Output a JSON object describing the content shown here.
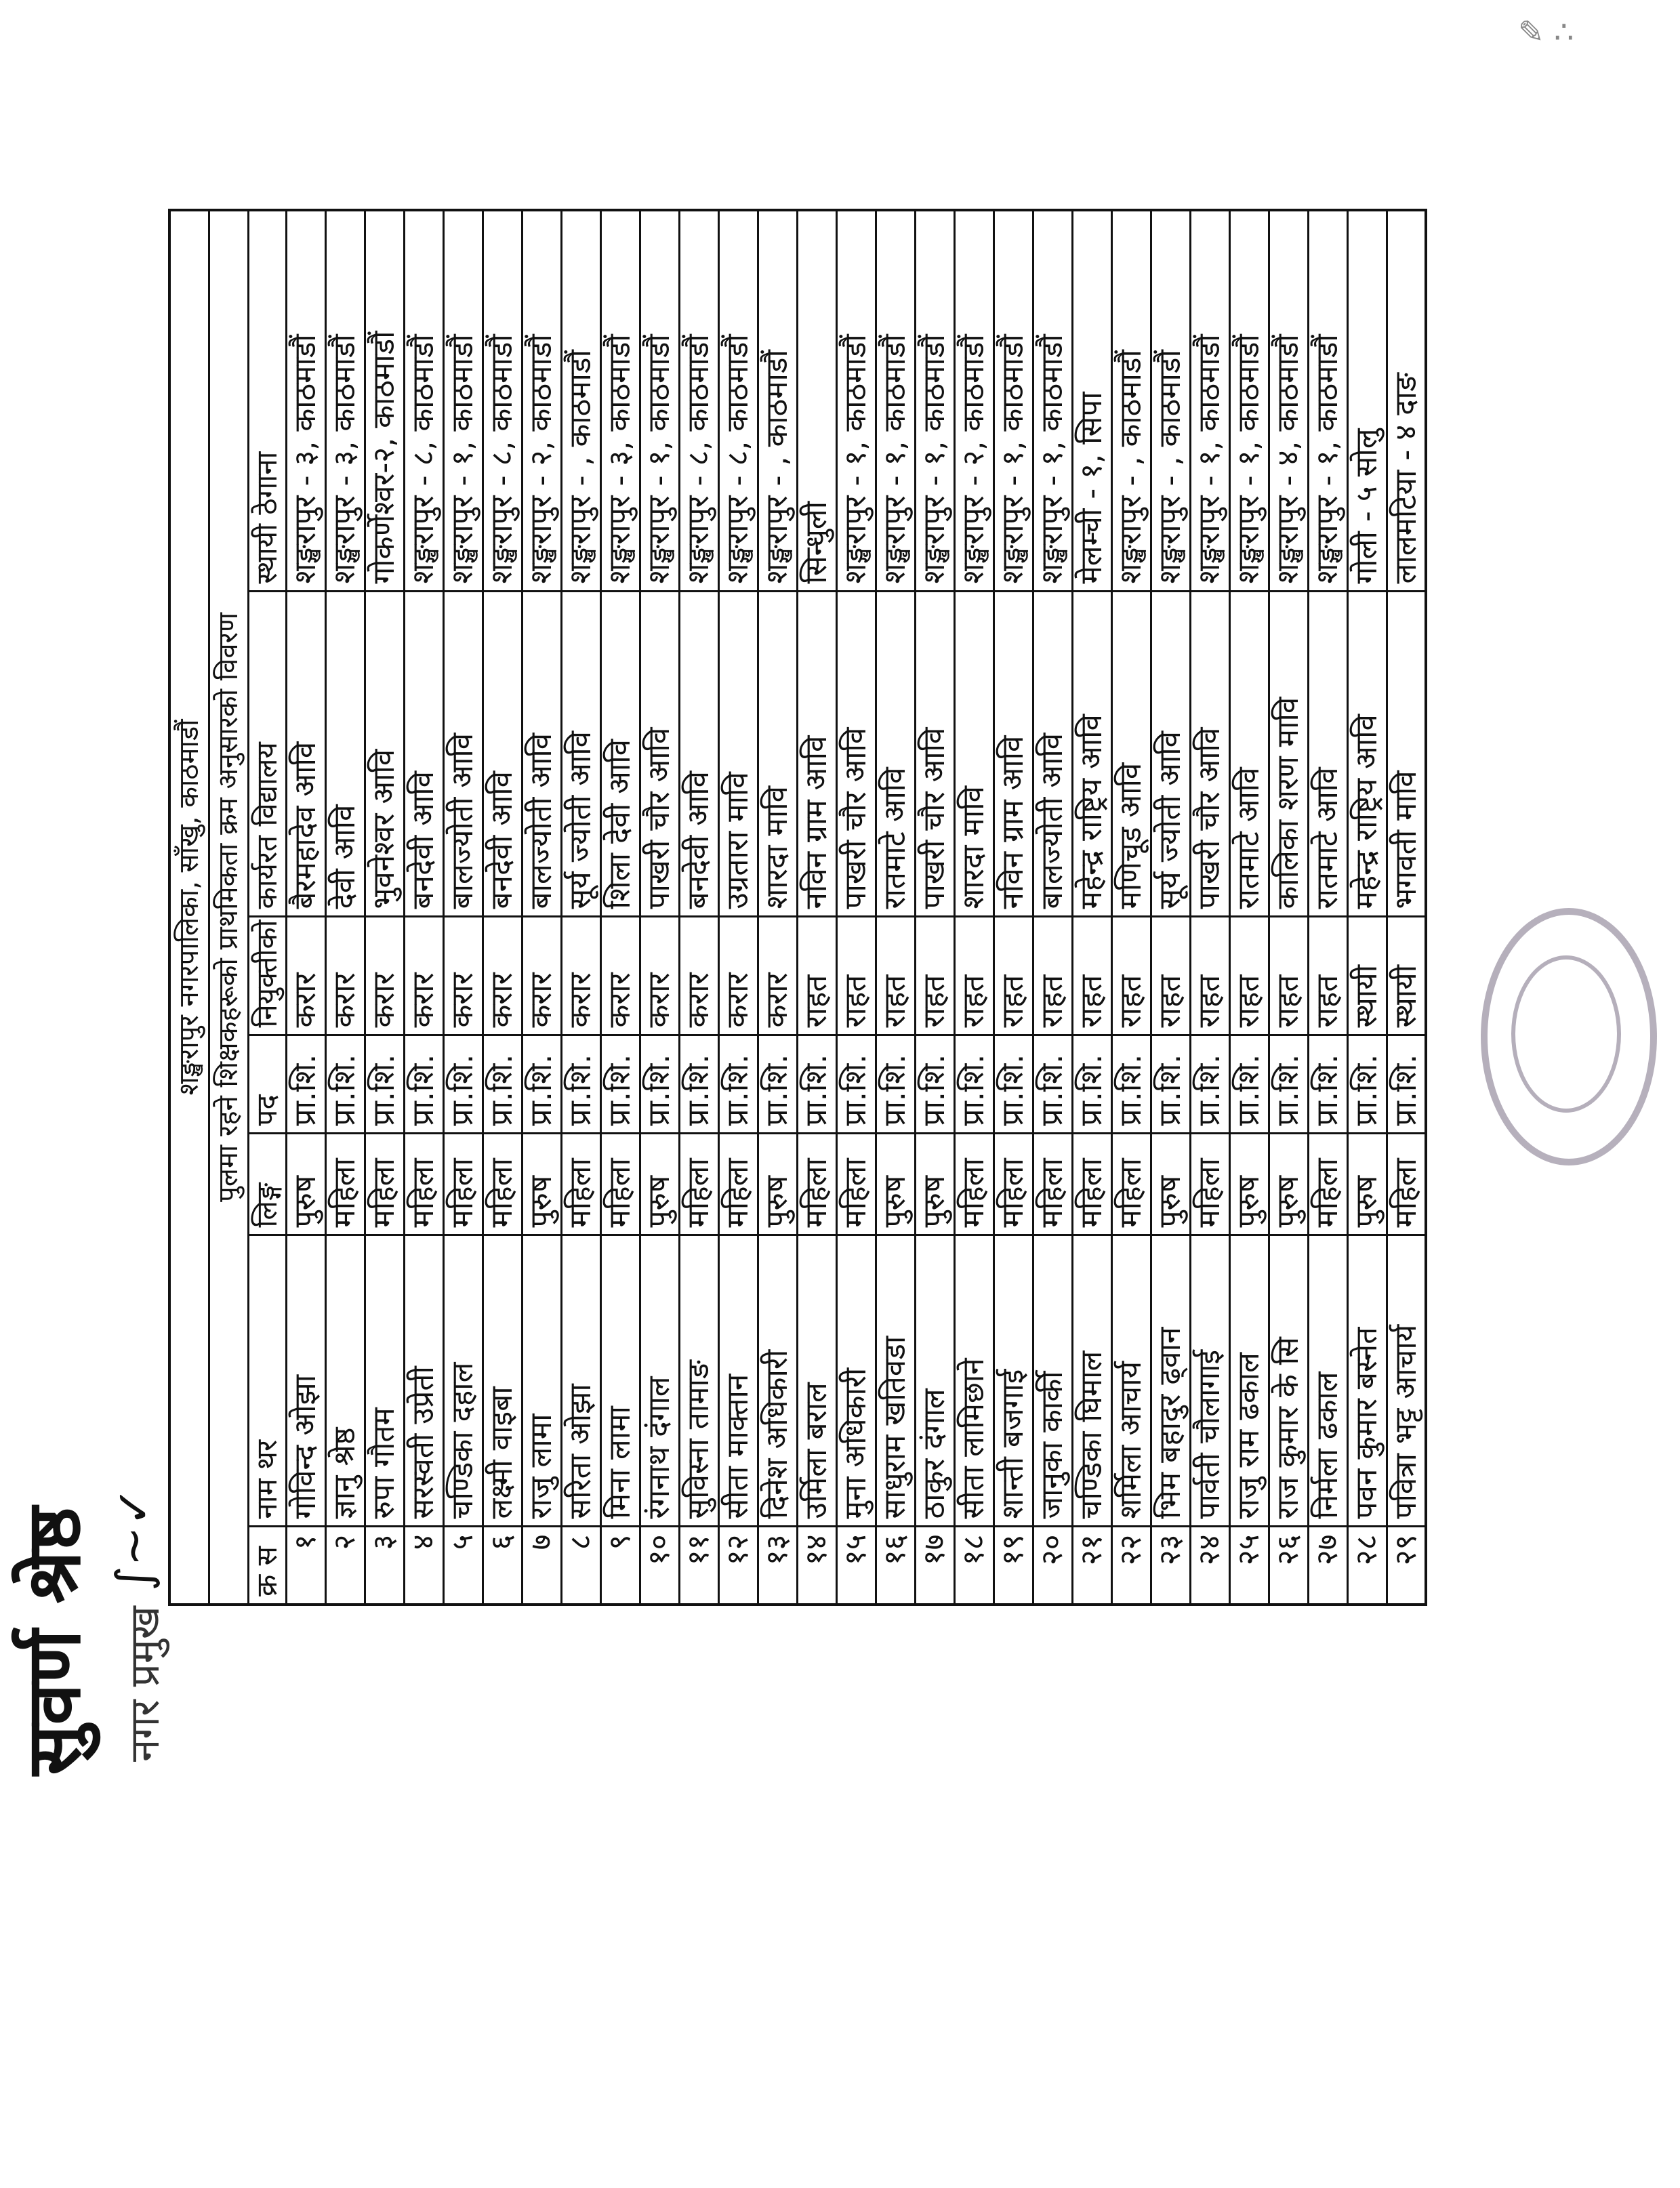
{
  "document": {
    "title": "शङ्खरापुर नगरपालिका, साँखु, काठमाडौं",
    "subtitle": "पुलमा रहने शिक्षकहरूको प्राथमिकता क्रम अनुसारको विवरण",
    "headers": [
      "क्र स",
      "नाम थर",
      "लिङ्ग",
      "पद",
      "नियुक्तीको किसिम",
      "कार्यरत विद्यालय",
      "स्थायी ठेगाना"
    ],
    "rows": [
      [
        "१",
        "गोविन्द ओझा",
        "पुरुष",
        "प्रा.शि.",
        "करार",
        "बैरमहादेव आवि",
        "शङ्खरापुर - ३, काठमाडौं"
      ],
      [
        "२",
        "ज्ञानु श्रेष्ठ",
        "महिला",
        "प्रा.शि.",
        "करार",
        "देवी आवि",
        "शङ्खरापुर - ३, काठमाडौं"
      ],
      [
        "३",
        "रुपा गौतम",
        "महिला",
        "प्रा.शि.",
        "करार",
        "भुवनेश्वर आवि",
        "गोकर्णेश्वर-२, काठमाडौं"
      ],
      [
        "४",
        "सरस्वती उप्रेती",
        "महिला",
        "प्रा.शि.",
        "करार",
        "बनदेवी आवि",
        "शङ्खरापुर - ८, काठमाडौं"
      ],
      [
        "५",
        "चण्डिका दहाल",
        "महिला",
        "प्रा.शि.",
        "करार",
        "बालज्योती आवि",
        "शङ्खरापुर - १, काठमाडौं"
      ],
      [
        "६",
        "लक्ष्मी वाइबा",
        "महिला",
        "प्रा.शि.",
        "करार",
        "बनदेवी आवि",
        "शङ्खरापुर - ८, काठमाडौं"
      ],
      [
        "७",
        "राजु लामा",
        "पुरुष",
        "प्रा.शि.",
        "करार",
        "बालज्योती आवि",
        "शङ्खरापुर - २, काठमाडौं"
      ],
      [
        "८",
        "सरिता ओझा",
        "महिला",
        "प्रा.शि.",
        "करार",
        "सूर्य ज्योती आवि",
        "शङ्खरापुर - , काठमाडौं"
      ],
      [
        "९",
        "मिना लामा",
        "महिला",
        "प्रा.शि.",
        "करार",
        "शिला देवी आवि",
        "शङ्खरापुर - ३, काठमाडौं"
      ],
      [
        "१०",
        "रंगनाथ दंगाल",
        "पुरुष",
        "प्रा.शि.",
        "करार",
        "पाखरी चौर आवि",
        "शङ्खरापुर - १, काठमाडौं"
      ],
      [
        "११",
        "सुविस्ना तामाङ",
        "महिला",
        "प्रा.शि.",
        "करार",
        "बनदेवी आवि",
        "शङ्खरापुर - ८, काठमाडौं"
      ],
      [
        "१२",
        "सीता माक्तान",
        "महिला",
        "प्रा.शि.",
        "करार",
        "उग्रतारा मावि",
        "शङ्खरापुर - ८, काठमाडौं"
      ],
      [
        "१३",
        "दिनेश अधिकारी",
        "पुरुष",
        "प्रा.शि.",
        "करार",
        "शारदा मावि",
        "शङ्खरापुर - , काठमाडौं"
      ],
      [
        "१४",
        "उर्मिला बराल",
        "महिला",
        "प्रा.शि.",
        "राहत",
        "नविन ग्राम आवि",
        "सिन्धुली"
      ],
      [
        "१५",
        "मुना अधिकारी",
        "महिला",
        "प्रा.शि.",
        "राहत",
        "पाखरी चौर आवि",
        "शङ्खरापुर - १, काठमाडौं"
      ],
      [
        "१६",
        "साधुराम खतिवडा",
        "पुरुष",
        "प्रा.शि.",
        "राहत",
        "रातमाटे आवि",
        "शङ्खरापुर - १, काठमाडौं"
      ],
      [
        "१७",
        "ठाकुर दंगाल",
        "पुरुष",
        "प्रा.शि.",
        "राहत",
        "पाखरी चौर आवि",
        "शङ्खरापुर - १, काठमाडौं"
      ],
      [
        "१८",
        "सीता लामिछाने",
        "महिला",
        "प्रा.शि.",
        "राहत",
        "शारदा मावि",
        "शङ्खरापुर - २, काठमाडौं"
      ],
      [
        "१९",
        "शान्ती बजगाई",
        "महिला",
        "प्रा.शि.",
        "राहत",
        "नविन ग्राम आवि",
        "शङ्खरापुर - १, काठमाडौं"
      ],
      [
        "२०",
        "जानुका कार्की",
        "महिला",
        "प्रा.शि.",
        "राहत",
        "बालज्योती आवि",
        "शङ्खरापुर - १, काठमाडौं"
      ],
      [
        "२१",
        "चण्डिका घिमाल",
        "महिला",
        "प्रा.शि.",
        "राहत",
        "महेन्द्र राष्ट्रिय आवि",
        "मेलम्ची - १, सिपा"
      ],
      [
        "२२",
        "शर्मिला आचार्य",
        "महिला",
        "प्रा.शि.",
        "राहत",
        "मणिचूड आवि",
        "शङ्खरापुर - , काठमाडौं"
      ],
      [
        "२३",
        "भिम बहादुर ढ्वान",
        "पुरुष",
        "प्रा.शि.",
        "राहत",
        "सूर्य ज्योती आवि",
        "शङ्खरापुर - , काठमाडौं"
      ],
      [
        "२४",
        "पार्वती चौलागाई",
        "महिला",
        "प्रा.शि.",
        "राहत",
        "पाखरी चौर आवि",
        "शङ्खरापुर - १, काठमाडौं"
      ],
      [
        "२५",
        "राजु राम ढकाल",
        "पुरुष",
        "प्रा.शि.",
        "राहत",
        "रातमाटे आवि",
        "शङ्खरापुर - १, काठमाडौं"
      ],
      [
        "२६",
        "राज कुमार के सि",
        "पुरुष",
        "प्रा.शि.",
        "राहत",
        "कालिका शरण मावि",
        "शङ्खरापुर - ४, काठमाडौं"
      ],
      [
        "२७",
        "निर्मला ढकाल",
        "महिला",
        "प्रा.शि.",
        "राहत",
        "रातमाटे आवि",
        "शङ्खरापुर - १, काठमाडौं"
      ],
      [
        "२८",
        "पवन कुमार बस्नेत",
        "पुरुष",
        "प्रा.शि.",
        "स्थायी",
        "महेन्द्र राष्ट्रिय आवि",
        "गोली - ५ सोलु"
      ],
      [
        "२९",
        "पवित्रा भट्ट आचार्य",
        "महिला",
        "प्रा.शि.",
        "स्थायी",
        "भगवती मावि",
        "लालमटिया - ४ दाङ"
      ]
    ]
  },
  "signature": {
    "name": "सुवर्ण श्रेष्ठ",
    "title": "नगर प्रमुख"
  }
}
